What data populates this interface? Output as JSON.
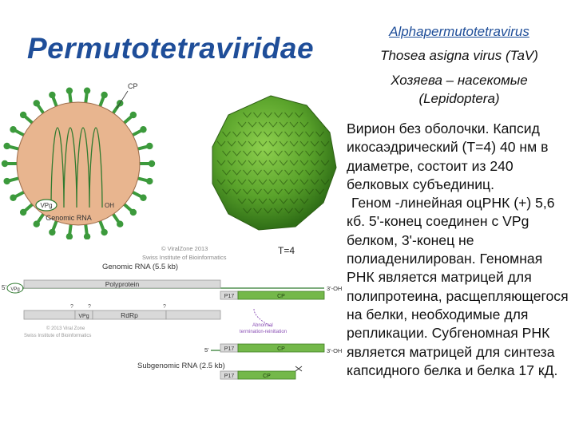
{
  "title": "Permutotetraviridae",
  "genus": "Alphapermutotetravirus",
  "species": "Thosea asigna virus (TaV)",
  "hosts_line1": "Хозяева – насекомые",
  "hosts_line2": "(Lepidoptera)",
  "description_p1": "Вирион без оболочки. Капсид икосаэдрический (Т=4) 40 нм в диаметре, состоит из 240 белковых субъединиц.",
  "description_p2": "Геном -линейная оцРНК (+) 5,6 кб. 5'-конец соединен с VPg белком, 3'-конец не полиаденилирован. Геномная РНК является матрицей для полипротеина, расщепляющегося на белки, необходимые для репликации. Субгеномная РНК является матрицей для синтеза капсидного белка и белка 17 кД.",
  "virion": {
    "cp_label": "CP",
    "vpg_label": "VPg",
    "oh_label": "OH",
    "genomic_rna_label": "Genomic RNA"
  },
  "capsid": {
    "t_label": "T=4"
  },
  "credit": {
    "line1": "© ViralZone 2013",
    "line2": "Swiss Institute of Bioinformatics"
  },
  "genome_map": {
    "genomic_title": "Genomic RNA (5.5 kb)",
    "five_prime": "5'",
    "three_prime_oh": "3'-OH",
    "vpg": "VPg",
    "polyprotein": "Polyprotein",
    "p17": "P17",
    "cp": "CP",
    "q1": "?",
    "q2": "?",
    "q3": "?",
    "vpg_protein": "VPg",
    "rdrp": "RdRp",
    "abnormal_note1": "Abnormal",
    "abnormal_note2": "termination-reinitiation",
    "subgenomic_title": "Subgenomic RNA (2.5 kb)",
    "credit_small1": "© 2013 Viral Zone",
    "credit_small2": "Swiss Institute of Bioinformatics"
  },
  "colors": {
    "title_blue": "#1f4e99",
    "virion_fill": "#e8b58f",
    "virion_green": "#3c9a3c",
    "capsid_green": "#5aa32b",
    "cp_box": "#74b84a",
    "gray_box": "#d9d9d9"
  }
}
